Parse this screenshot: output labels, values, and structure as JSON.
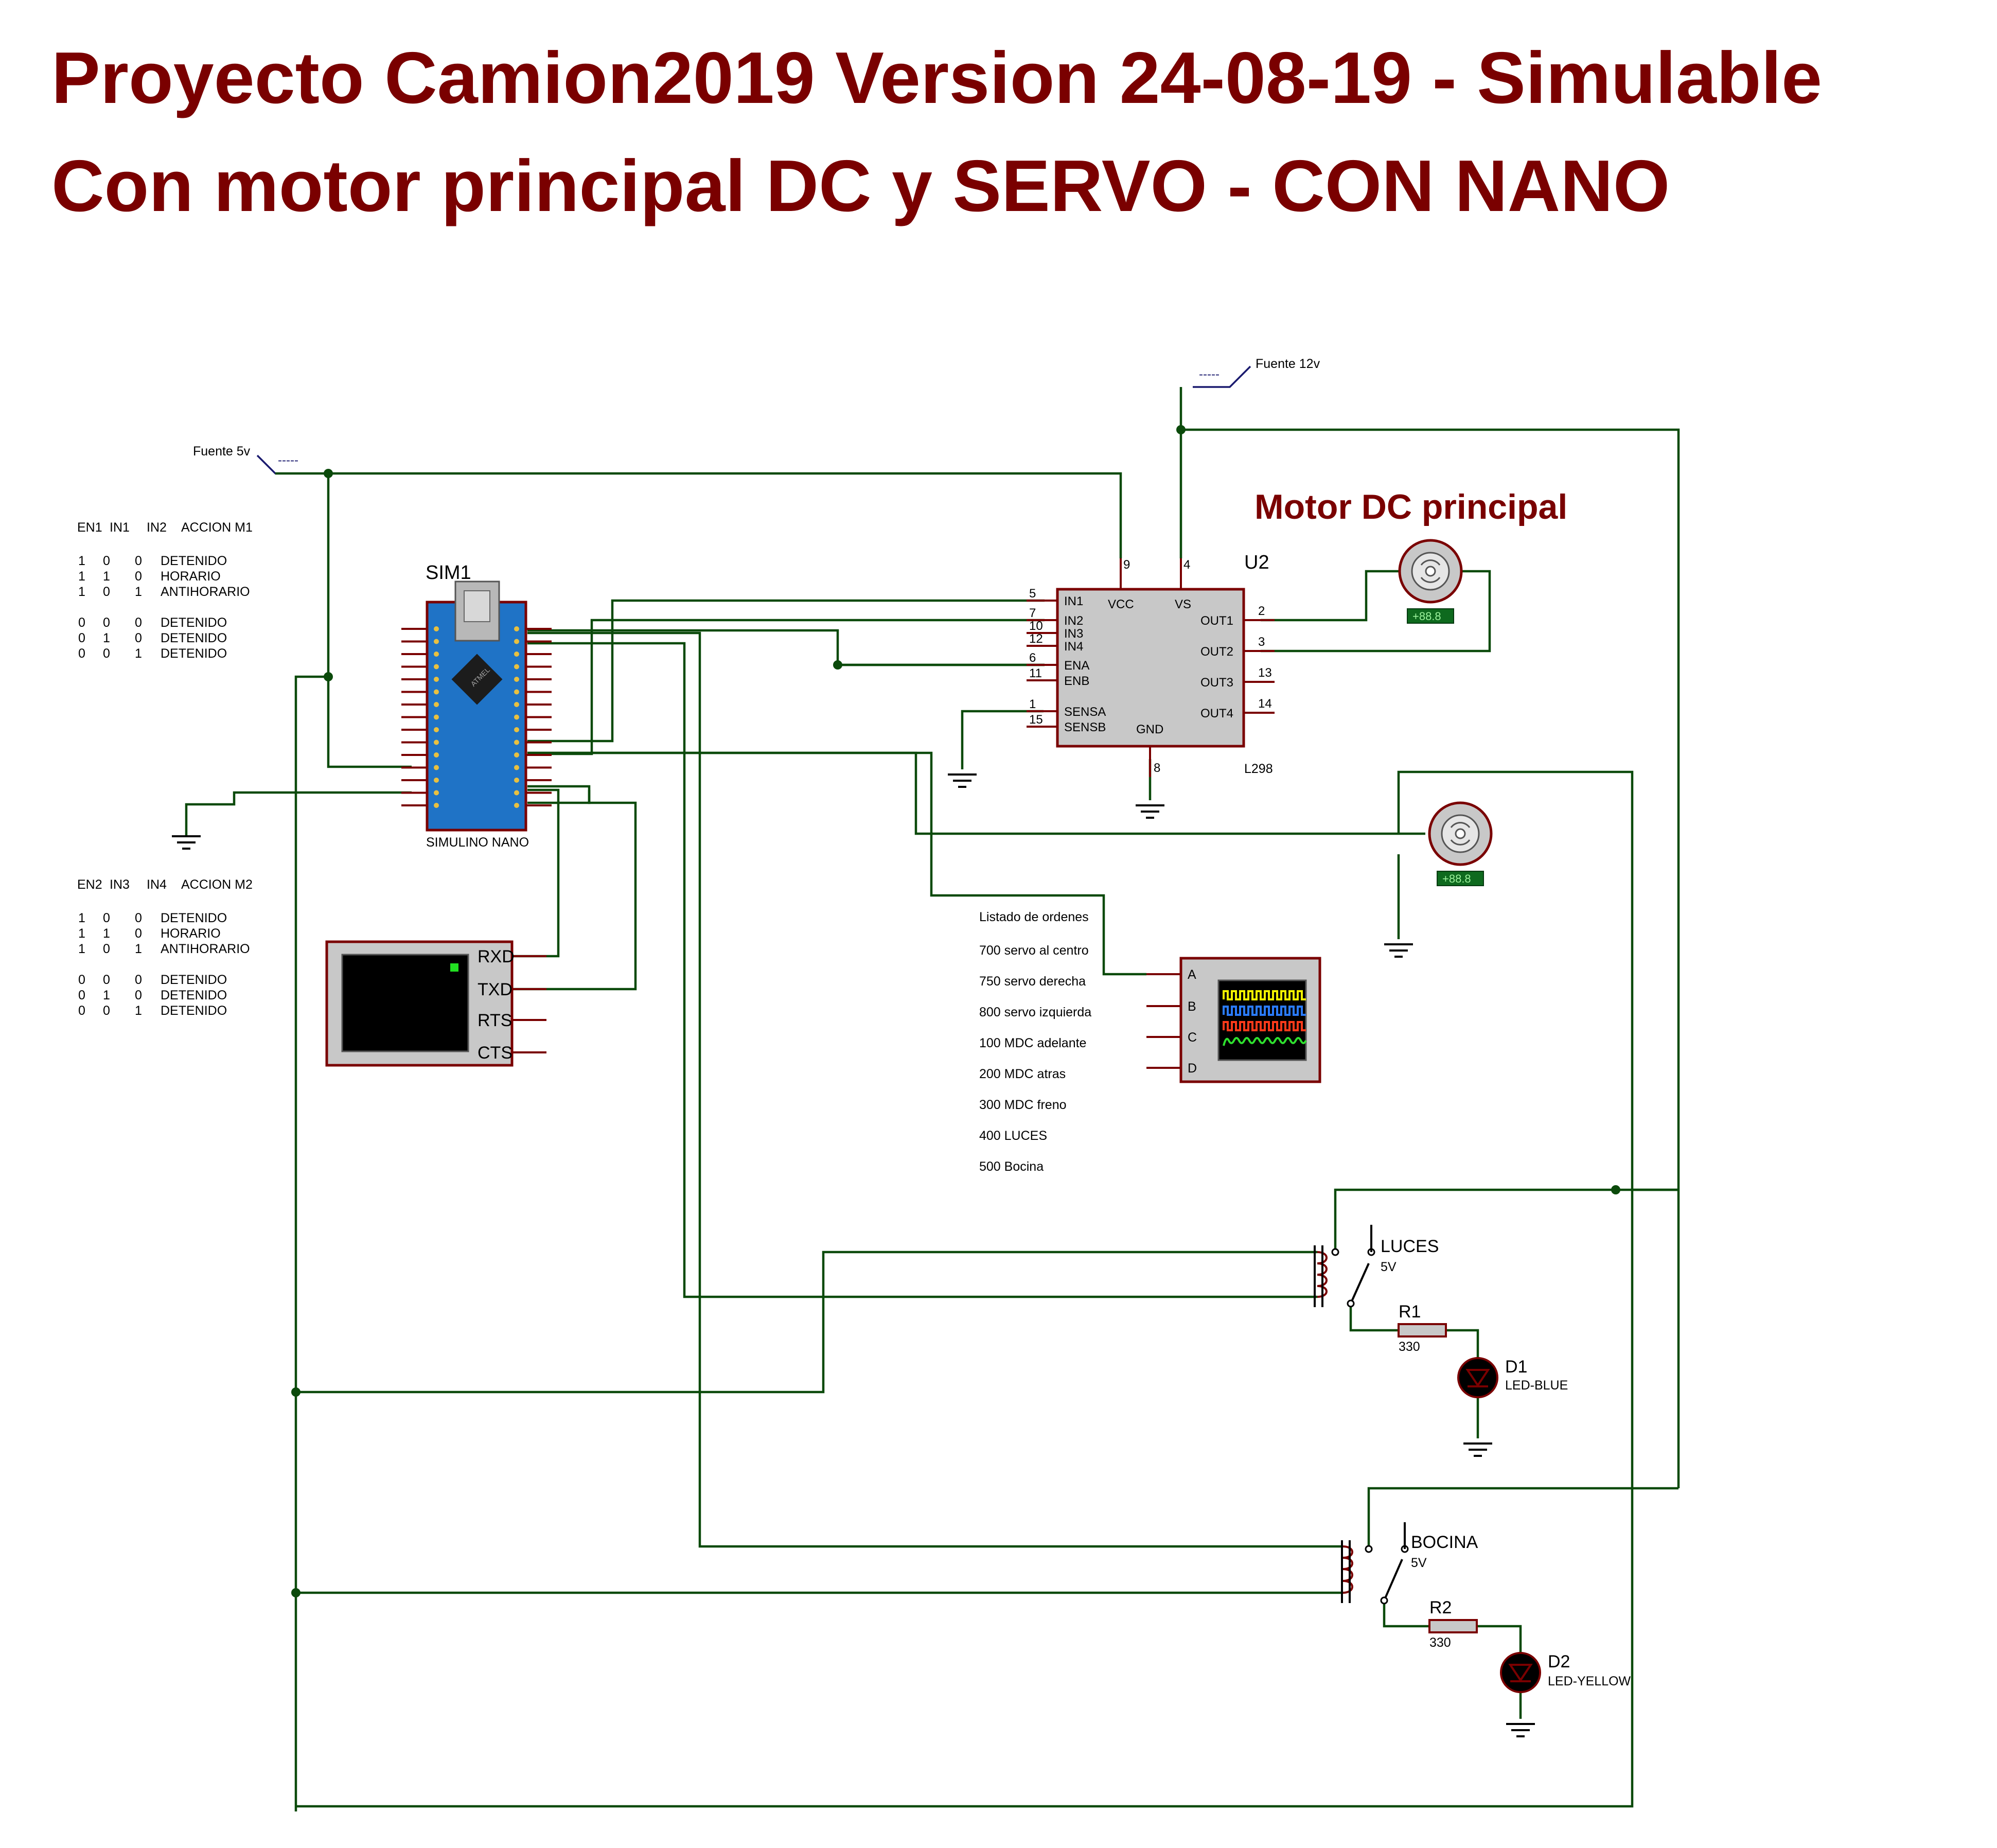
{
  "title": {
    "line1": "Proyecto Camion2019 Version 24-08-19 - Simulable",
    "line2": "Con motor principal DC y SERVO - CON NANO"
  },
  "power": {
    "left_label": "Fuente 5v",
    "right_label": "Fuente 12v",
    "dash": "-----"
  },
  "truth_table_1": {
    "header": [
      "EN1",
      "IN1",
      "IN2",
      "ACCION  M1"
    ],
    "rows": [
      [
        "1",
        "0",
        "0",
        "DETENIDO"
      ],
      [
        "1",
        "1",
        "0",
        "HORARIO"
      ],
      [
        "1",
        "0",
        "1",
        "ANTIHORARIO"
      ],
      [
        "0",
        "0",
        "0",
        "DETENIDO"
      ],
      [
        "0",
        "1",
        "0",
        "DETENIDO"
      ],
      [
        "0",
        "0",
        "1",
        "DETENIDO"
      ]
    ]
  },
  "truth_table_2": {
    "header": [
      "EN2",
      "IN3",
      "IN4",
      "ACCION  M2"
    ],
    "rows": [
      [
        "1",
        "0",
        "0",
        "DETENIDO"
      ],
      [
        "1",
        "1",
        "0",
        "HORARIO"
      ],
      [
        "1",
        "0",
        "1",
        "ANTIHORARIO"
      ],
      [
        "0",
        "0",
        "0",
        "DETENIDO"
      ],
      [
        "0",
        "1",
        "0",
        "DETENIDO"
      ],
      [
        "0",
        "0",
        "1",
        "DETENIDO"
      ]
    ]
  },
  "nano": {
    "ref": "SIM1",
    "name": "SIMULINO NANO",
    "color": "#1f73c6"
  },
  "driver": {
    "ref": "U2",
    "part": "L298",
    "left_pins": [
      {
        "num": "5",
        "name": "IN1"
      },
      {
        "num": "7",
        "name": "IN2"
      },
      {
        "num": "10",
        "name": "IN3"
      },
      {
        "num": "12",
        "name": "IN4"
      },
      {
        "num": "6",
        "name": "ENA"
      },
      {
        "num": "11",
        "name": "ENB"
      },
      {
        "num": "1",
        "name": "SENSA"
      },
      {
        "num": "15",
        "name": "SENSB"
      }
    ],
    "right_pins": [
      {
        "num": "2",
        "name": "OUT1"
      },
      {
        "num": "3",
        "name": "OUT2"
      },
      {
        "num": "13",
        "name": "OUT3"
      },
      {
        "num": "14",
        "name": "OUT4"
      }
    ],
    "top_pins": [
      {
        "num": "9",
        "name": "VCC"
      },
      {
        "num": "4",
        "name": "VS"
      }
    ],
    "bottom_pin": {
      "num": "8",
      "name": "GND"
    }
  },
  "motor_title": "Motor DC principal",
  "motor1_readout": "+88.8",
  "motor2_readout": "+88.8",
  "terminal": {
    "pins": [
      "RXD",
      "TXD",
      "RTS",
      "CTS"
    ]
  },
  "scope": {
    "channels": [
      "A",
      "B",
      "C",
      "D"
    ],
    "trace_colors": [
      "#f2f200",
      "#2a7bff",
      "#ff3a1a",
      "#2ee02e"
    ]
  },
  "orders": {
    "title": "Listado de ordenes",
    "items": [
      "700  servo al centro",
      "750  servo derecha",
      "800  servo izquierda",
      "100  MDC adelante",
      "200  MDC atras",
      "300  MDC freno",
      "400  LUCES",
      "500  Bocina"
    ]
  },
  "relay1": {
    "name": "LUCES",
    "rating": "5V"
  },
  "relay2": {
    "name": "BOCINA",
    "rating": "5V"
  },
  "r1": {
    "ref": "R1",
    "value": "330"
  },
  "r2": {
    "ref": "R2",
    "value": "330"
  },
  "d1": {
    "ref": "D1",
    "part": "LED-BLUE"
  },
  "d2": {
    "ref": "D2",
    "part": "LED-YELLOW"
  }
}
